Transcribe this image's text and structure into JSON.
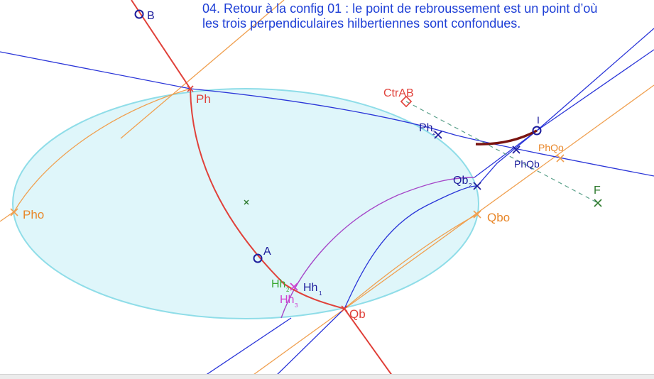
{
  "caption": {
    "line1": "04. Retour à la config 01 : le point de rebroussement est un point d’où",
    "line2": "les trois perpendiculaires hilbertiennes sont confondues."
  },
  "labels": {
    "B": "B",
    "A": "A",
    "I": "I",
    "F": "F",
    "Ph": "Ph",
    "Qb": "Qb",
    "Pho": "Pho",
    "Qbo": "Qbo",
    "PhQo": "PhQo",
    "PhQb": "PhQb",
    "CtrAB": "CtrAB",
    "Ph2": "Ph",
    "Ph2_sub": "2",
    "Qb2": "Qb",
    "Qb2_sub": "2",
    "Hh1": "Hh",
    "Hh1_sub": "1",
    "Hh2": "Hh",
    "Hh2_sub": "2",
    "Hh3": "Hh",
    "Hh3_sub": "3"
  },
  "colors": {
    "caption": "#1e3fd6",
    "ellipse_fill": "#dff6fa",
    "ellipse_stroke": "#8fdde8",
    "blue": "#2a35d8",
    "red": "#e0413a",
    "orange": "#f0a050",
    "orange_text": "#e8872a",
    "purple": "#a546c8",
    "magenta": "#d040d0",
    "green": "#3aa832",
    "dark_green": "#2e7a2e",
    "dashed": "#5aa08a",
    "dark_red": "#7a1410",
    "navy": "#1c1c9c"
  }
}
